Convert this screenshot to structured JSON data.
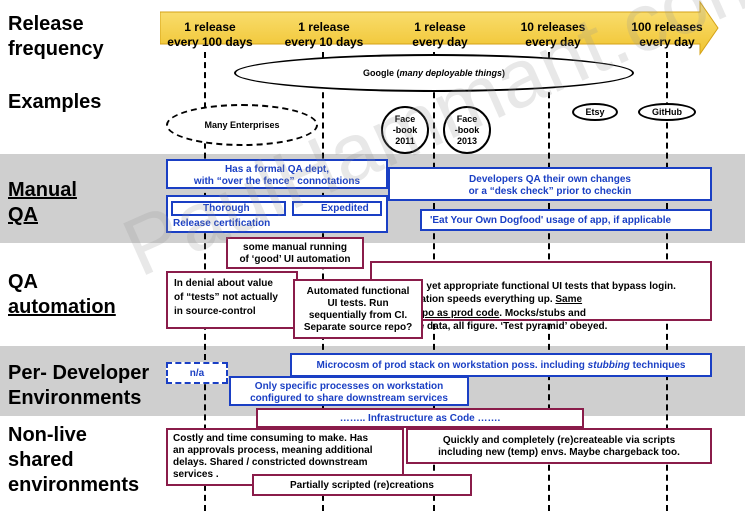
{
  "rows": {
    "release_frequency": "Release\nfrequency",
    "examples": "Examples",
    "manual_qa": "Manual\nQA",
    "qa_automation_1": "QA",
    "qa_automation_2": "automation",
    "per_developer": "Per- Developer\nEnvironments",
    "non_live": "Non-live\nshared\nenvironments"
  },
  "frequencies": [
    "1 release\nevery 100 days",
    "1 release\nevery 10 days",
    "1 release\nevery day",
    "10 releases\nevery day",
    "100 releases\nevery day"
  ],
  "examples": {
    "google_prefix": "Google (",
    "google_italic": "many deployable things",
    "google_suffix": ")",
    "many_enterprises": "Many Enterprises",
    "facebook_2011": "Face\n-book\n2011",
    "facebook_2013": "Face\n-book\n2013",
    "etsy": "Etsy",
    "github": "GitHub"
  },
  "manual_qa": {
    "formal_qa": "Has a formal QA dept,\nwith “over the fence” connotations",
    "developers_qa": "Developers QA their own changes\nor a “desk check” prior to checkin",
    "thorough": "Thorough",
    "expedited": "Expedited",
    "release_cert": "Release certification",
    "dogfood": "'Eat Your Own Dogfood' usage of app, if applicable"
  },
  "qa_automation": {
    "some_manual": "some manual running\nof ‘good’ UI automation",
    "denial": "In denial about value\nof “tests” not actually\nin source-control",
    "automated": "Automated functional\nUI tests. Run\nsequentially from CI.\nSeparate source repo?",
    "thorough_pre": "Thorough yet appropriate functional UI tests that bypass login.\nParallelization speeds everything up. ",
    "thorough_u1": "Same",
    "thorough_mid": "\n",
    "thorough_u2": "source repo as prod code",
    "thorough_post": ". Mocks/stubs and\nresettable data, all figure. ‘Test pyramid’ obeyed."
  },
  "per_developer": {
    "na": "n/a",
    "microcosm_pre": "Microcosm of prod stack on workstation poss. including ",
    "microcosm_italic": "stubbing",
    "microcosm_post": " techniques",
    "specific": "Only specific processes on workstation\nconfigured to share downstream services"
  },
  "non_live": {
    "iac": "…….. Infrastructure as Code …….",
    "costly": "Costly and time consuming to make. Has\nan approvals process, meaning additional\ndelays. Shared / constricted downstream\nservices .",
    "quickly": "Quickly and completely (re)createable via scripts\nincluding new (temp) envs. Maybe chargeback too.",
    "partial": "Partially scripted (re)creations"
  },
  "watermark": "PaulHammant.com",
  "colors": {
    "arrow_fill": "#f7d348",
    "band": "#cfcfcf",
    "blue": "#1a3fc4",
    "maroon": "#8a1c4a"
  }
}
